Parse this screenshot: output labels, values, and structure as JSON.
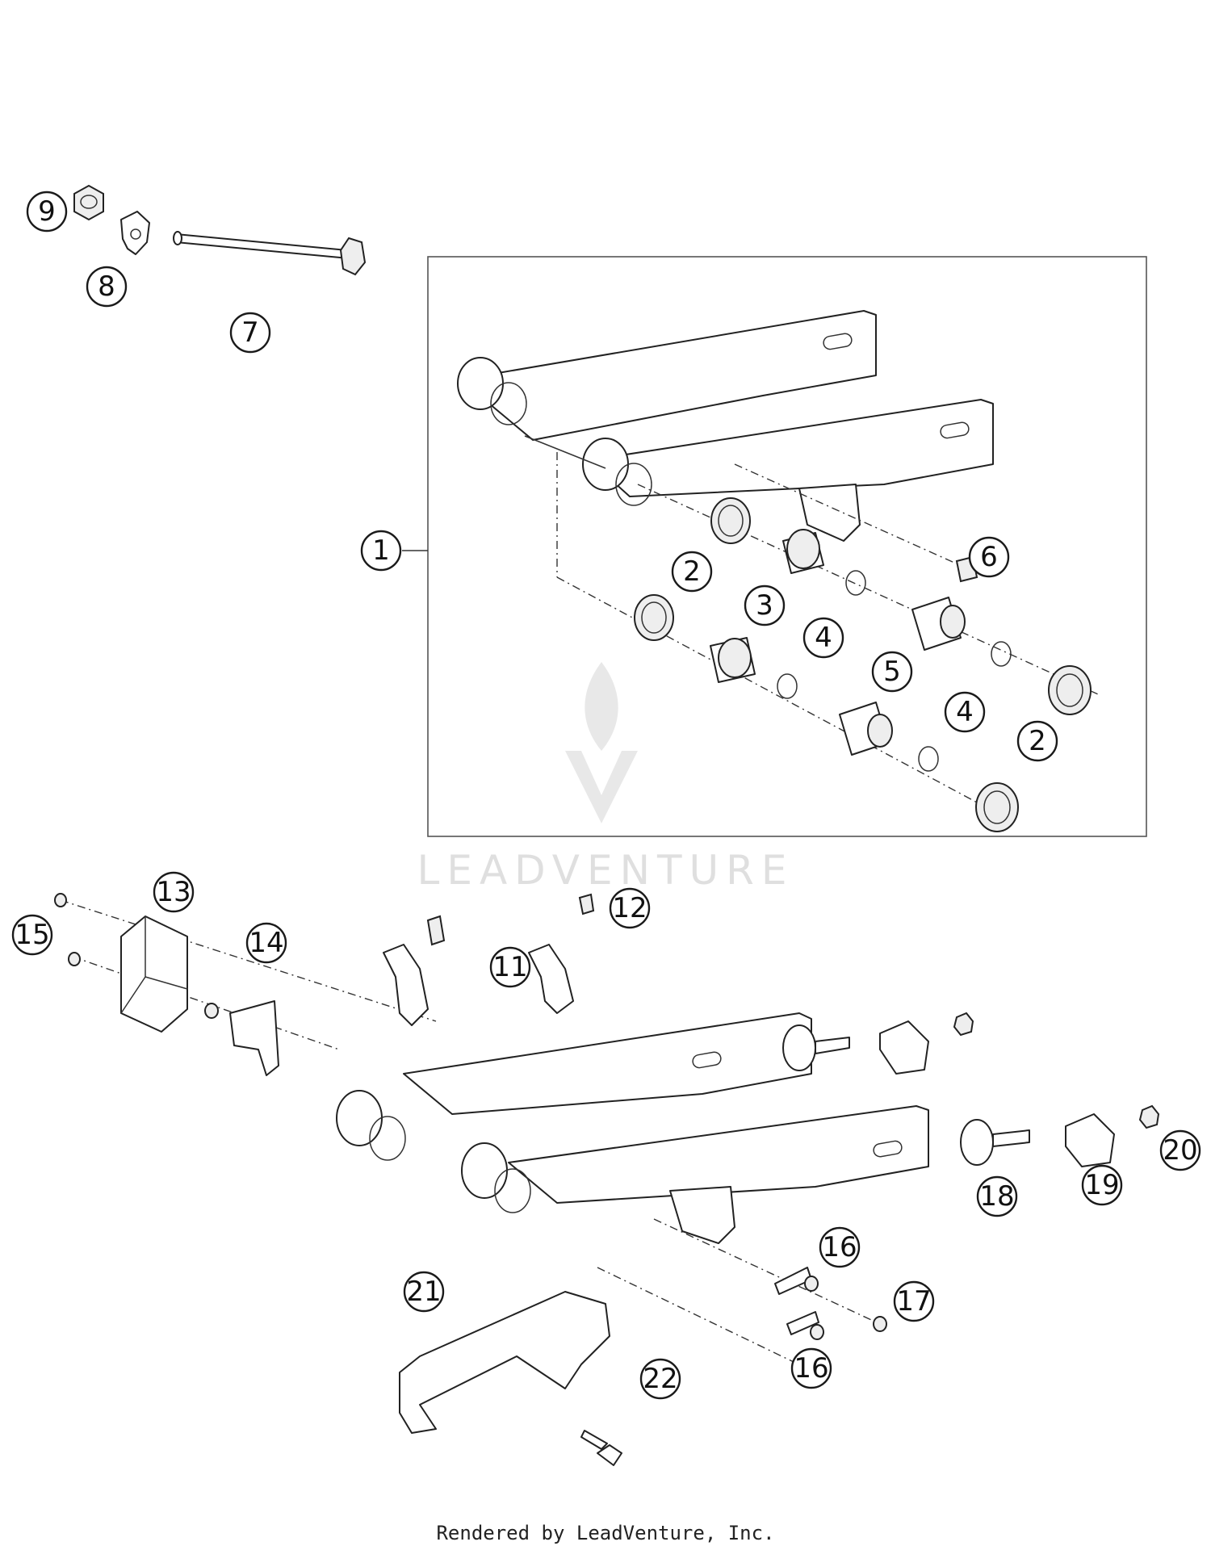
{
  "watermark": {
    "brand": "LEADVENTURE"
  },
  "footer": {
    "text": "Rendered by LeadVenture, Inc."
  },
  "callouts": [
    {
      "n": "1"
    },
    {
      "n": "2"
    },
    {
      "n": "2"
    },
    {
      "n": "3"
    },
    {
      "n": "4"
    },
    {
      "n": "4"
    },
    {
      "n": "5"
    },
    {
      "n": "6"
    },
    {
      "n": "7"
    },
    {
      "n": "8"
    },
    {
      "n": "9"
    },
    {
      "n": "11"
    },
    {
      "n": "12"
    },
    {
      "n": "13"
    },
    {
      "n": "14"
    },
    {
      "n": "15"
    },
    {
      "n": "16"
    },
    {
      "n": "16"
    },
    {
      "n": "17"
    },
    {
      "n": "18"
    },
    {
      "n": "19"
    },
    {
      "n": "20"
    },
    {
      "n": "21"
    },
    {
      "n": "22"
    }
  ]
}
